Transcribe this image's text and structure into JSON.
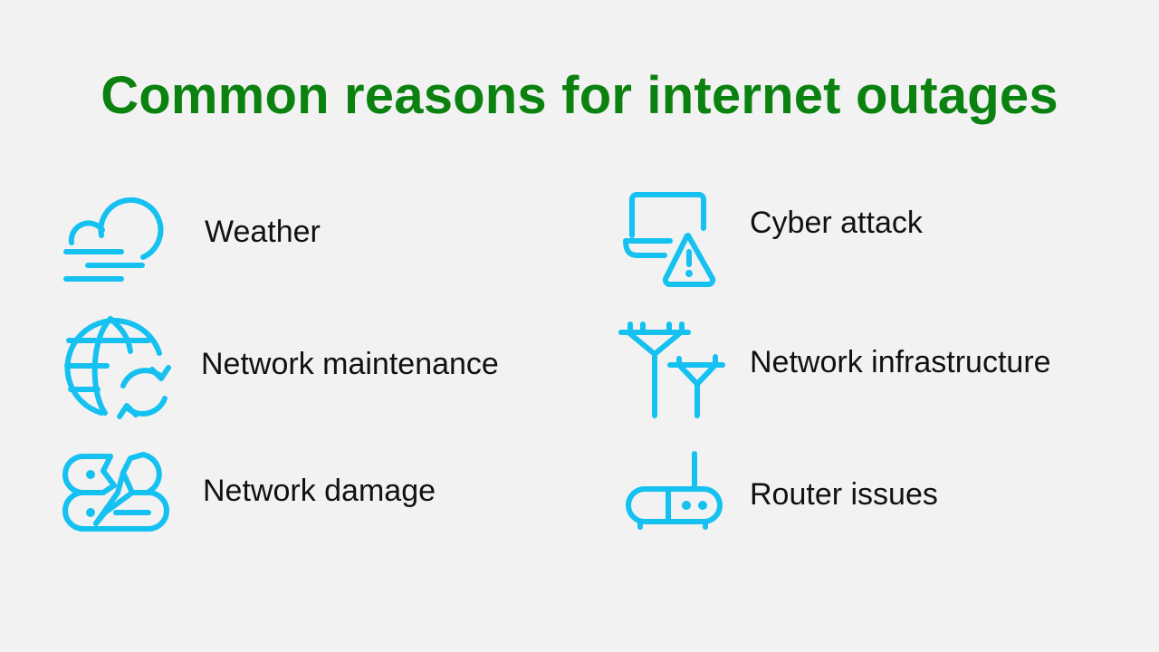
{
  "title": "Common reasons for internet outages",
  "colors": {
    "title": "#0b8210",
    "icon": "#15c1f0",
    "background": "#f2f2f2",
    "text": "#111111"
  },
  "reasons": [
    {
      "label": "Weather",
      "icon": "cloud-wind-icon"
    },
    {
      "label": "Network maintenance",
      "icon": "globe-refresh-icon"
    },
    {
      "label": "Network damage",
      "icon": "broken-server-icon"
    },
    {
      "label": "Cyber attack",
      "icon": "laptop-warning-icon"
    },
    {
      "label": "Network infrastructure",
      "icon": "utility-poles-icon"
    },
    {
      "label": "Router issues",
      "icon": "router-icon"
    }
  ]
}
